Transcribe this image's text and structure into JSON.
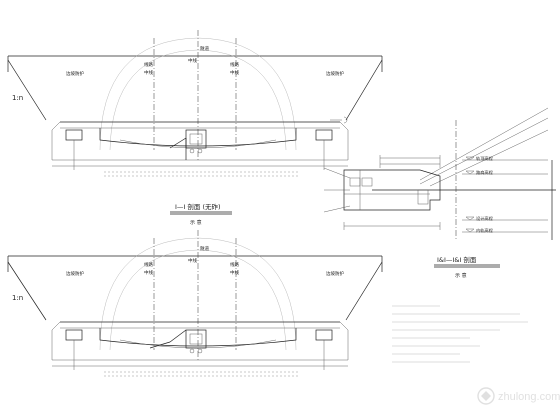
{
  "section_top": {
    "slope_left": "1:n",
    "label_left": "边坡防护",
    "label_right": "边坡防护",
    "label_left_center": "线路",
    "label_left_center2": "中线",
    "label_road": "隧道",
    "label_mid": "中线",
    "label_right_center": "线路",
    "label_right_center2": "中线",
    "title": "Ⅰ—Ⅰ 剖面 (无砟)",
    "subtitle": "示 意"
  },
  "section_bottom": {
    "slope_left": "1:n",
    "label_left": "边坡防护",
    "label_right": "边坡防护",
    "label_left_center": "线路",
    "label_left_center2": "中线",
    "label_road": "隧道",
    "label_mid": "中线",
    "label_right_center": "线路",
    "label_right_center2": "中线"
  },
  "section_right": {
    "title": "Ⅰ&Ⅰ—Ⅰ&Ⅰ 剖面",
    "subtitle": "示 意",
    "level1": "轨顶高程",
    "level2": "路肩高程",
    "level3": "设计高程",
    "level4": "内轨高程"
  },
  "watermark": "zhulong.com"
}
